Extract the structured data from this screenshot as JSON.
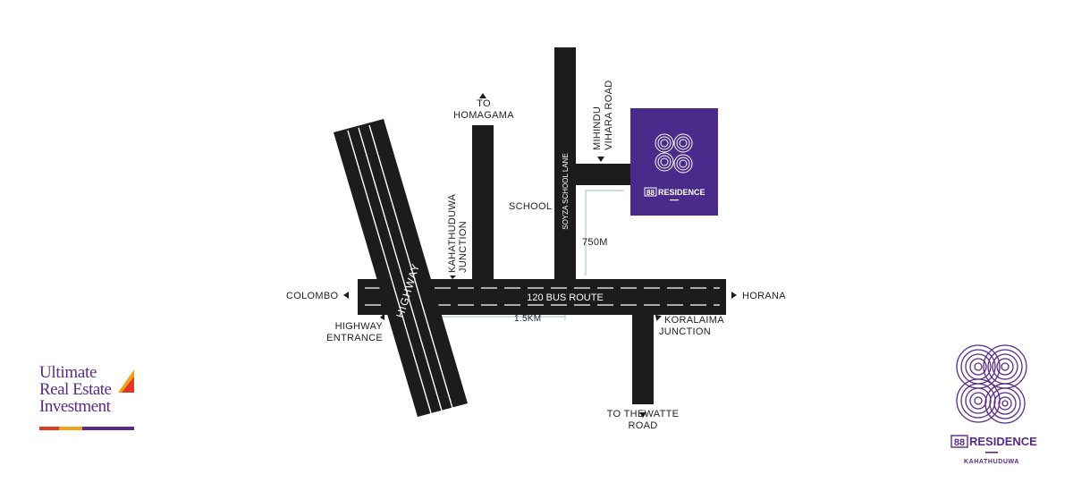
{
  "map": {
    "labels": {
      "colombo": "COLOMBO",
      "horana": "HORANA",
      "bus_route": "120 BUS ROUTE",
      "highway": "HIGHWAY",
      "highway_entrance_1": "HIGHWAY",
      "highway_entrance_2": "ENTRANCE",
      "to_homagama_1": "TO",
      "to_homagama_2": "HOMAGAMA",
      "kahathuduwa_junction_1": "KAHATHUDUWA",
      "kahathuduwa_junction_2": "JUNCTION",
      "school": "SCHOOL",
      "soyza_lane": "SOYZA SCHOOL LANE",
      "mihindu_1": "MIHINDU",
      "mihindu_2": "VIHARA ROAD",
      "distance_750": "750M",
      "distance_15": "1.5KM",
      "koralaima_1": "KORALAIMA",
      "koralaima_2": "JUNCTION",
      "to_thewatte_1": "TO THEWATTE",
      "to_thewatte_2": "ROAD"
    },
    "marker": {
      "brand": "RESIDENCE",
      "digits": "88",
      "color": "#4a2a8a"
    },
    "road_color": "#1c1c1c"
  },
  "left_logo": {
    "line1": "Ultimate",
    "line2": "Real Estate",
    "line3": "Investment",
    "color": "#5b2a86",
    "bar_colors": [
      "#e03a25",
      "#f2a21a",
      "#5b2a86"
    ]
  },
  "right_logo": {
    "digits": "88",
    "name": "RESIDENCE",
    "location": "KAHATHUDUWA",
    "color": "#5b2a86"
  }
}
